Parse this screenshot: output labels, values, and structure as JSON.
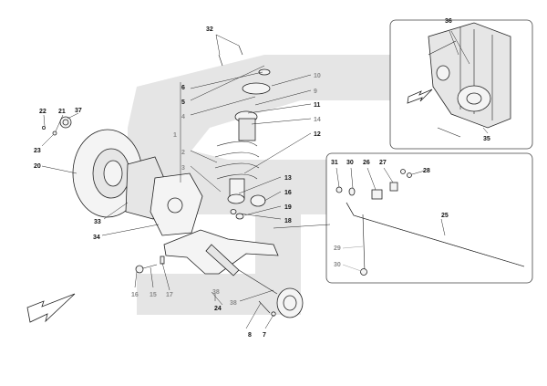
{
  "labels": {
    "l1": "1",
    "l2": "2",
    "l3": "3",
    "l4": "4",
    "l5": "5",
    "l6": "6",
    "l7": "7",
    "l8": "8",
    "l9": "9",
    "l10": "10",
    "l11": "11",
    "l12": "12",
    "l13": "13",
    "l14": "14",
    "l15": "15",
    "l16a": "16",
    "l16b": "16",
    "l17": "17",
    "l18": "18",
    "l19": "19",
    "l20": "20",
    "l21": "21",
    "l22": "22",
    "l23": "23",
    "l24": "24",
    "l25": "25",
    "l26": "26",
    "l27": "27",
    "l28": "28",
    "l29": "29",
    "l30a": "30",
    "l30b": "30",
    "l31": "31",
    "l32": "32",
    "l33": "33",
    "l34": "34",
    "l35": "35",
    "l36": "36",
    "l37": "37",
    "l38a": "38",
    "l38b": "38"
  },
  "colors": {
    "background": "#ffffff",
    "watermark": "#cfcfcf",
    "line": "#222222",
    "grey_label": "#8a8a8a"
  },
  "icons": {
    "watermark": "prancing-horse-s-watermark",
    "direction_arrow": "direction-arrow-icon"
  }
}
